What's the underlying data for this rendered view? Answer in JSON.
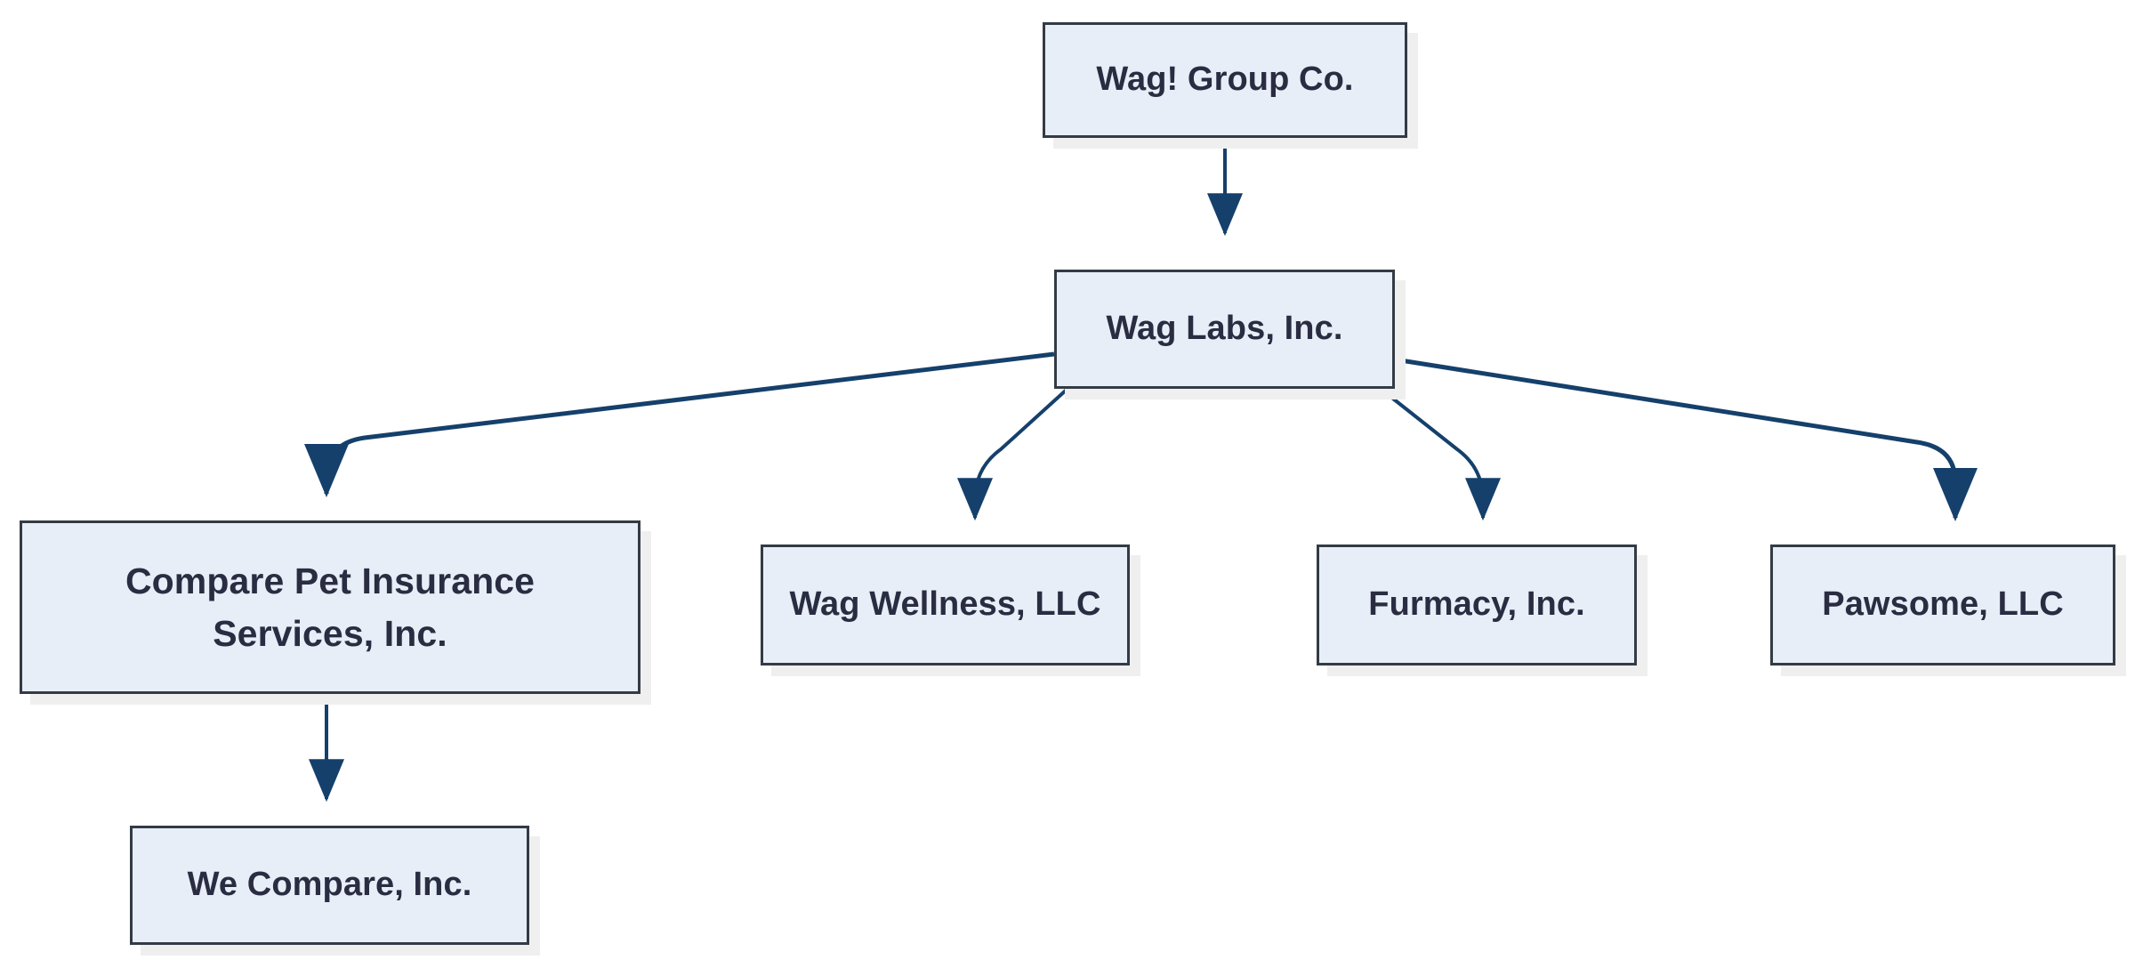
{
  "diagram": {
    "type": "organizational-hierarchy-chart",
    "background_color": "#ffffff",
    "node_fill_color": "#e8eef7",
    "node_border_color": "#333b45",
    "node_text_color": "#2a2d42",
    "connector_color": "#15406b",
    "shadow_color": "#efefef",
    "nodes": [
      {
        "id": "root",
        "label": "Wag! Group Co."
      },
      {
        "id": "labs",
        "label": "Wag Labs, Inc."
      },
      {
        "id": "cpis",
        "label": "Compare Pet Insurance\nServices, Inc."
      },
      {
        "id": "wellness",
        "label": "Wag Wellness, LLC"
      },
      {
        "id": "furmacy",
        "label": "Furmacy, Inc."
      },
      {
        "id": "pawsome",
        "label": "Pawsome, LLC"
      },
      {
        "id": "wecompare",
        "label": "We Compare, Inc."
      }
    ],
    "edges": [
      {
        "from": "root",
        "to": "labs"
      },
      {
        "from": "labs",
        "to": "cpis"
      },
      {
        "from": "labs",
        "to": "wellness"
      },
      {
        "from": "labs",
        "to": "furmacy"
      },
      {
        "from": "labs",
        "to": "pawsome"
      },
      {
        "from": "cpis",
        "to": "wecompare"
      }
    ]
  }
}
